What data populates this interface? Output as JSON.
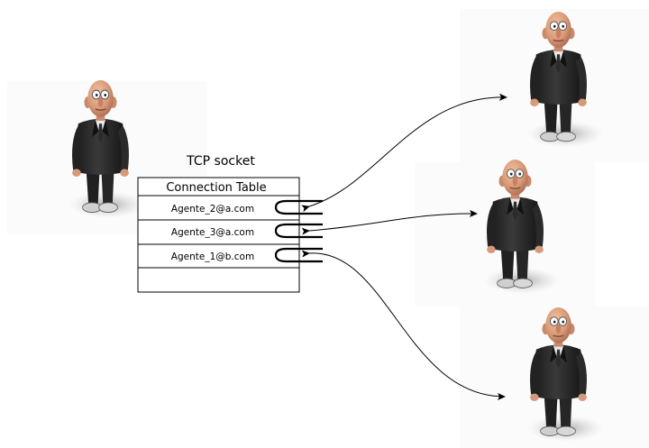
{
  "diagram": {
    "socket_label": "TCP socket",
    "table_title": "Connection Table",
    "rows": [
      "Agente_2@a.com",
      "Agente_3@a.com",
      "Agente_1@b.com",
      ""
    ]
  }
}
